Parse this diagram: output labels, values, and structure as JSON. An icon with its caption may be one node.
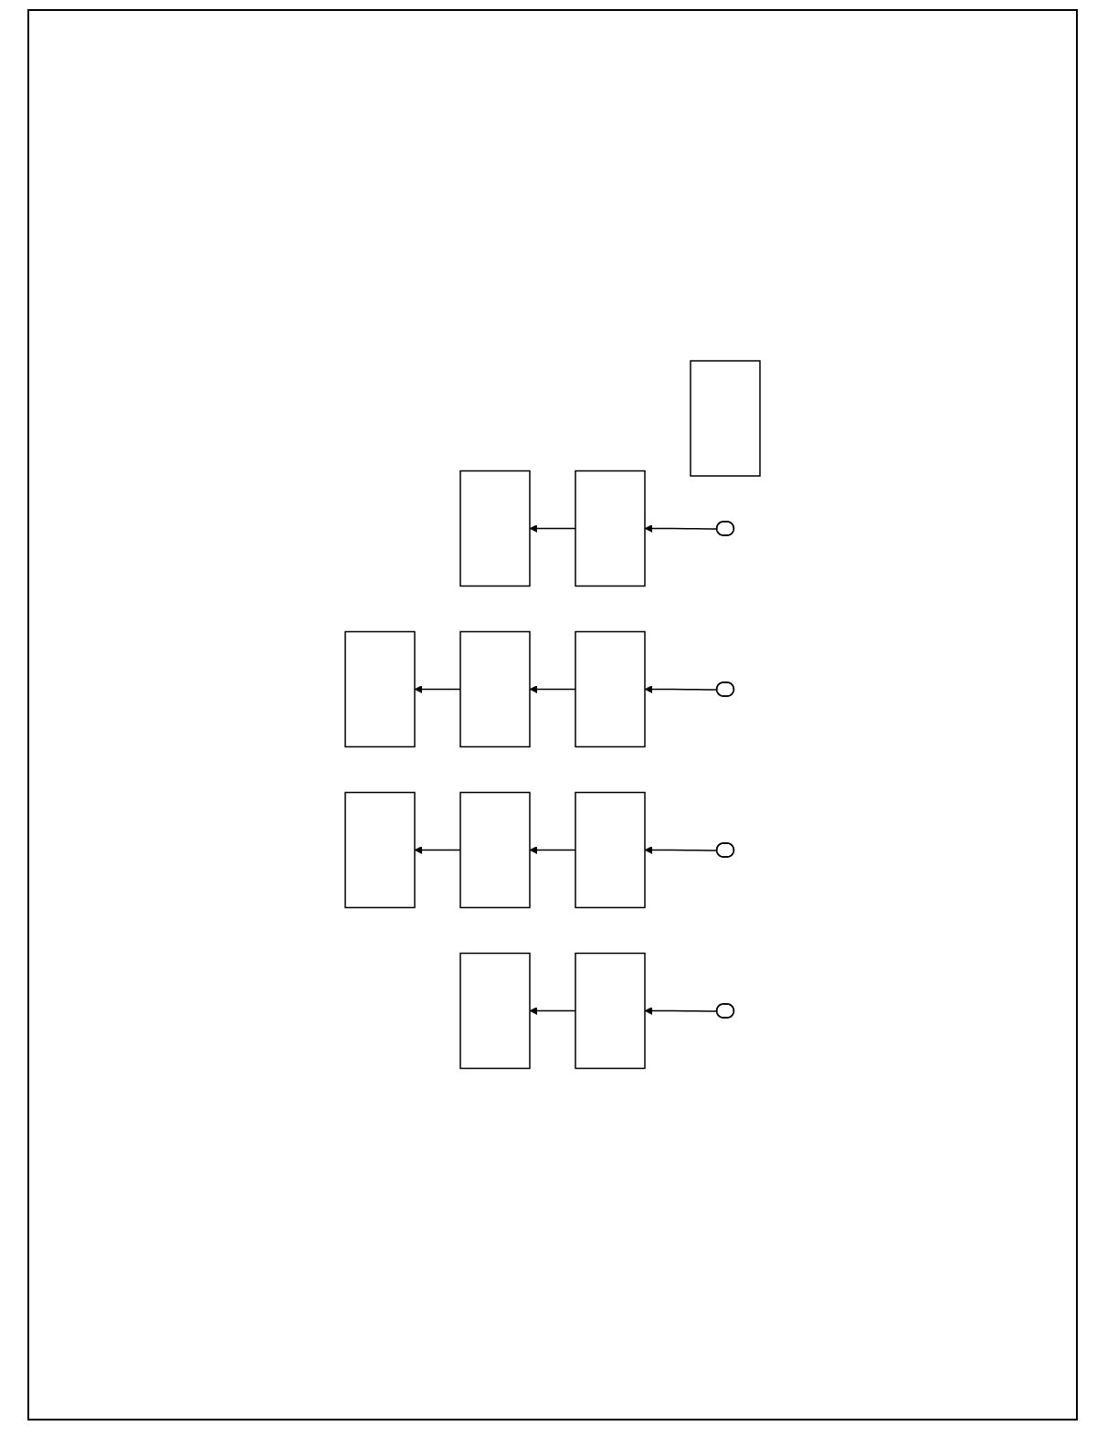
{
  "diagram": {
    "nodes": [
      {
        "text": [],
        "shape": "box"
      },
      {
        "text": [],
        "shape": "box"
      },
      {
        "text": [],
        "shape": "box"
      },
      {
        "text": [],
        "shape": "pill"
      },
      {
        "text": [],
        "shape": "box"
      },
      {
        "text": [],
        "shape": "box"
      },
      {
        "text": [],
        "shape": "box"
      },
      {
        "text": [],
        "shape": "pill"
      },
      {
        "text": [],
        "shape": "box"
      },
      {
        "text": [],
        "shape": "box"
      },
      {
        "text": [],
        "shape": "box"
      },
      {
        "text": [],
        "shape": "pill"
      },
      {
        "text": [],
        "shape": "box"
      },
      {
        "text": [],
        "shape": "box"
      },
      {
        "text": [],
        "shape": "pill"
      }
    ],
    "edges": [
      {
        "from": 3,
        "to": 2,
        "arrow": "to"
      },
      {
        "from": 2,
        "to": 1,
        "arrow": "to"
      },
      {
        "from": 7,
        "to": 6,
        "arrow": "to"
      },
      {
        "from": 6,
        "to": 5,
        "arrow": "to"
      },
      {
        "from": 5,
        "to": 4,
        "arrow": "to"
      },
      {
        "from": 11,
        "to": 10,
        "arrow": "to"
      },
      {
        "from": 10,
        "to": 9,
        "arrow": "to"
      },
      {
        "from": 9,
        "to": 8,
        "arrow": "to"
      },
      {
        "from": 14,
        "to": 13,
        "arrow": "to"
      },
      {
        "from": 13,
        "to": 12,
        "arrow": "to"
      }
    ]
  }
}
